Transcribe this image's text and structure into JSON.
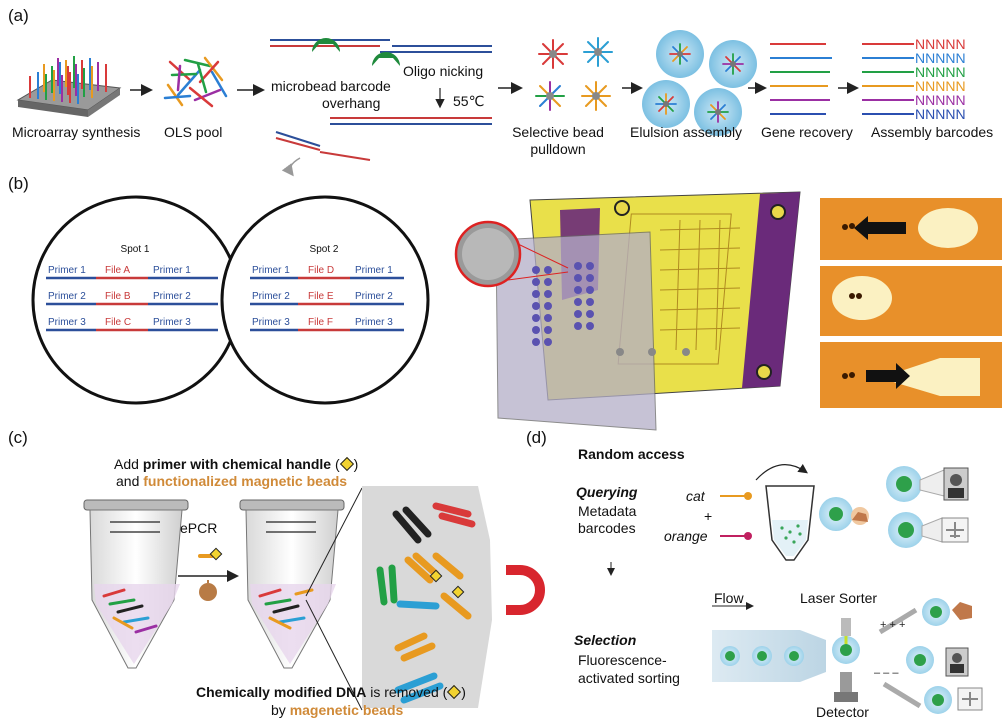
{
  "panels": {
    "a": {
      "letter": "(a)",
      "labels": {
        "microarray": "Microarray synthesis",
        "ols_pool": "OLS pool",
        "microbead_line1": "microbead barcode",
        "microbead_line2": "overhang",
        "oligo_nicking": "Oligo nicking",
        "temp": "55℃",
        "selective_line1": "Selective bead",
        "selective_line2": "pulldown",
        "elulsion": "Elulsion assembly",
        "gene_recovery": "Gene recovery",
        "assembly_barcodes": "Assembly barcodes"
      },
      "barcode_text": "NNNNN",
      "barcode_colors": [
        "#d93a3a",
        "#2b7fd4",
        "#22a045",
        "#e89a20",
        "#9b2fa3",
        "#2b4fb0"
      ]
    },
    "b": {
      "letter": "(b)",
      "spot1": {
        "title": "Spot 1",
        "rows": [
          {
            "left": "Primer 1",
            "file": "File A",
            "right": "Primer 1"
          },
          {
            "left": "Primer 2",
            "file": "File B",
            "right": "Primer 2"
          },
          {
            "left": "Primer 3",
            "file": "File C",
            "right": "Primer 3"
          }
        ]
      },
      "spot2": {
        "title": "Spot 2",
        "rows": [
          {
            "left": "Primer 1",
            "file": "File D",
            "right": "Primer 1"
          },
          {
            "left": "Primer 2",
            "file": "File E",
            "right": "Primer 2"
          },
          {
            "left": "Primer 3",
            "file": "File F",
            "right": "Primer 3"
          }
        ]
      }
    },
    "c": {
      "letter": "(c)",
      "top_line1_a": "Add ",
      "top_line1_b": "primer with chemical handle",
      "top_line1_c": " (",
      "top_line1_d": ")",
      "top_line2_a": "and ",
      "top_line2_b": "functionalized magnetic beads",
      "epcr": "ePCR",
      "bottom_line1_a": "Chemically modified DNA",
      "bottom_line1_b": " is removed (",
      "bottom_line1_c": ")",
      "bottom_line2_a": "by ",
      "bottom_line2_b": "magenetic beads"
    },
    "d": {
      "letter": "(d)",
      "random_access": "Random access",
      "querying": "Querying",
      "metadata_line1": "Metadata",
      "metadata_line2": "barcodes",
      "cat": "cat",
      "plus": "+",
      "orange": "orange",
      "flow": "Flow",
      "laser_sorter": "Laser Sorter",
      "selection": "Selection",
      "fluor_line1": "Fluorescence-",
      "fluor_line2": "activated sorting",
      "detector": "Detector"
    }
  },
  "colors": {
    "primer_blue": "#2c4f9a",
    "file_red": "#c83a3a",
    "orange_text": "#d08a38",
    "chip_purple": "#6a2a7a",
    "chip_yellow": "#e9e04a",
    "micro_orange": "#e8902a"
  }
}
